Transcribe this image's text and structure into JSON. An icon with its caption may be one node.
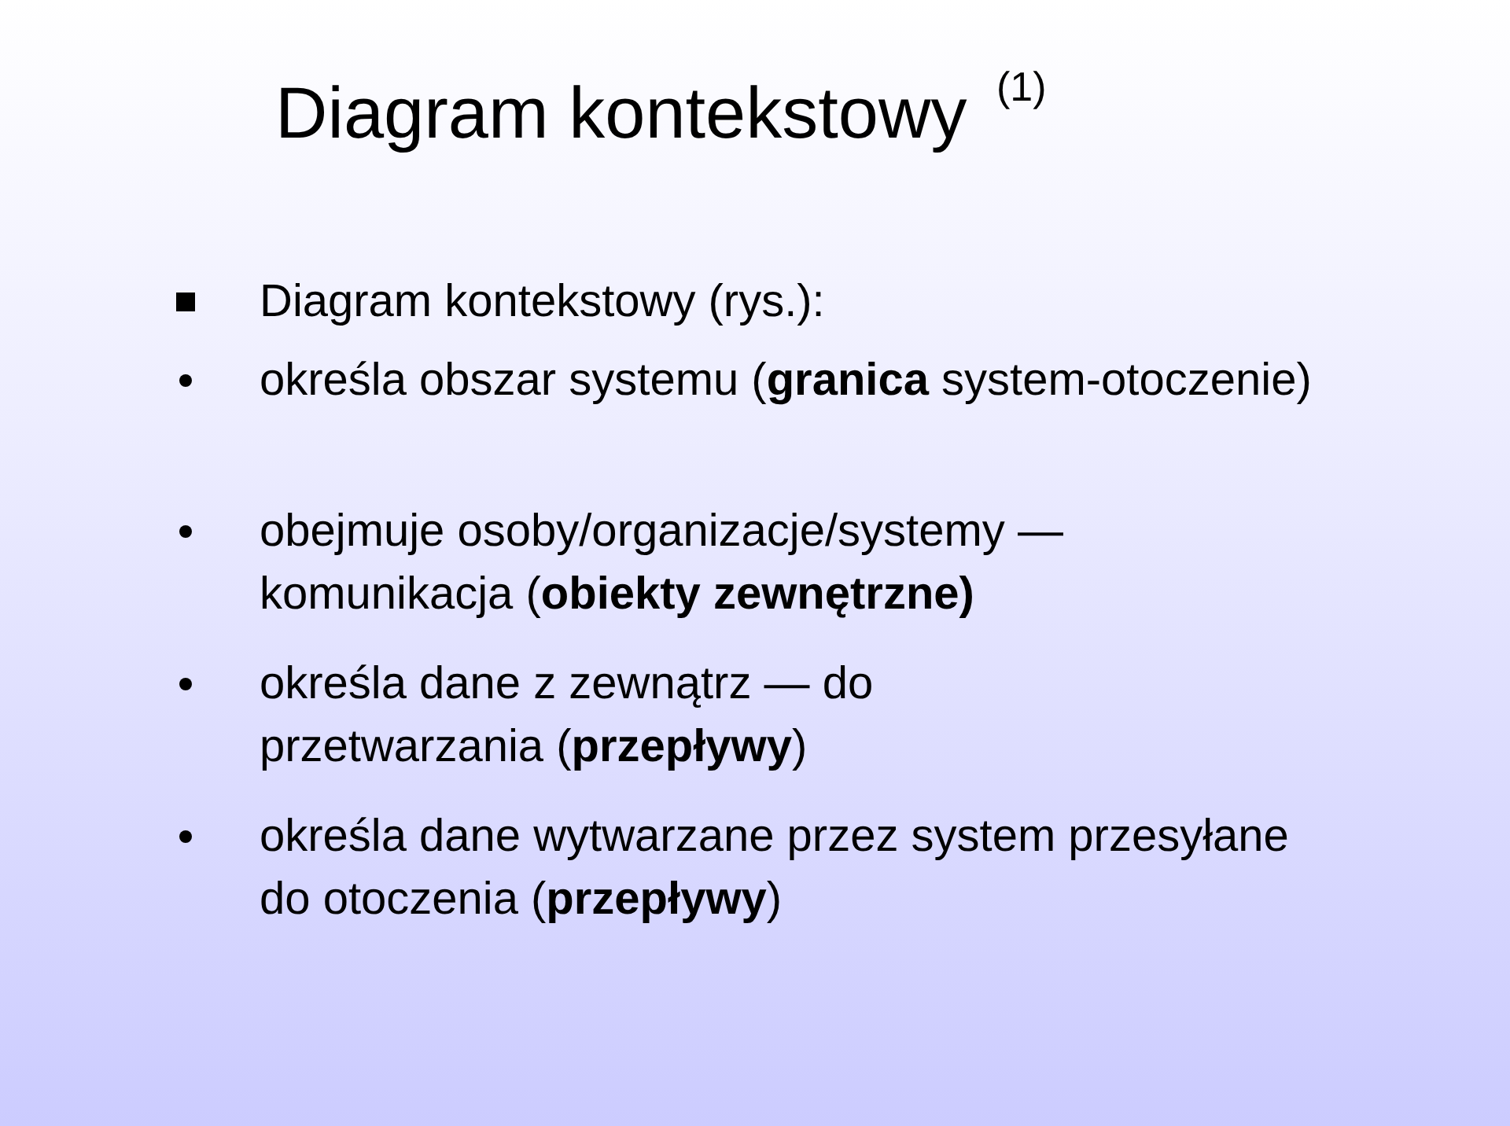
{
  "diagram": {
    "title": "Diagram kontekstowy $^{(1)}$",
    "labels": [
      "Diagram kontekstowy (rys.):",
      "określa obszar systemu (**granica** system-otoczenie)",
      "obejmuje osoby/organizacje/systemy — komunikacja (**obiekty zewnętrzne)**",
      "określa dane z zewnątrz — do przetwarzania (**przepływy**)",
      "określa dane wytwarzane przez system przesyłane do otoczenia (**przepływy**)"
    ]
  }
}
